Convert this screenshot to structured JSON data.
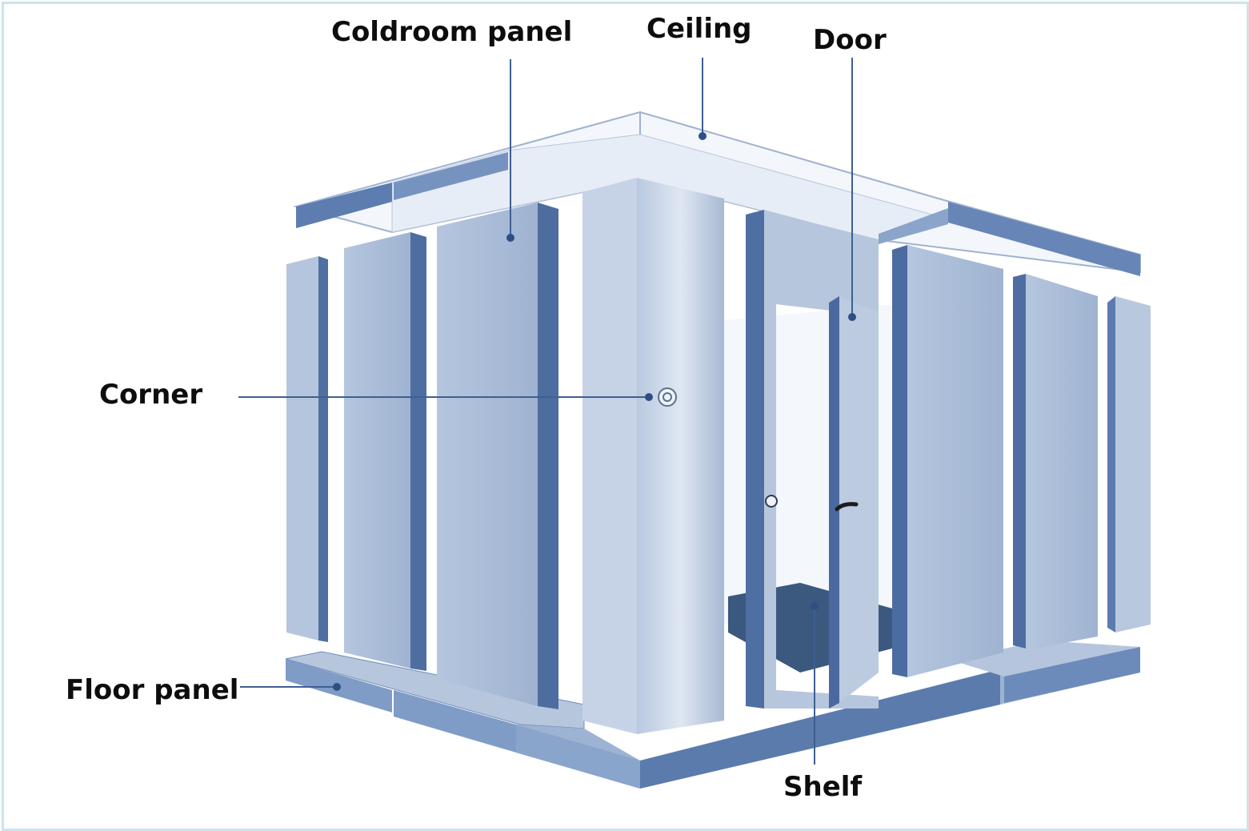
{
  "labels": {
    "coldroom_panel": "Coldroom panel",
    "ceiling": "Ceiling",
    "door": "Door",
    "corner": "Corner",
    "floor_panel": "Floor panel",
    "shelf": "Shelf"
  },
  "colors": {
    "panel_face": "#a9bcd6",
    "panel_face_light": "#c3d1e4",
    "panel_edge": "#5274a8",
    "panel_dark": "#2f4a72",
    "ceiling_face": "#f1f4f9",
    "leader": "#3e5f92",
    "frame_border": "#c9e4ee",
    "text": "#0d0d0d"
  }
}
